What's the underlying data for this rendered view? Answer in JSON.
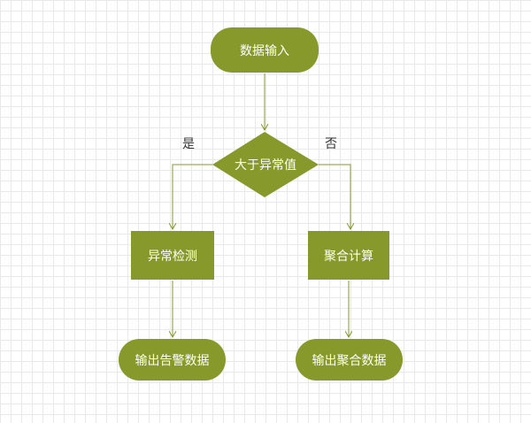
{
  "flowchart": {
    "start": "数据输入",
    "decision": "大于异常值",
    "yes_label": "是",
    "no_label": "否",
    "left_process": "异常检测",
    "right_process": "聚合计算",
    "left_end": "输出告警数据",
    "right_end": "输出聚合数据"
  },
  "colors": {
    "node_fill": "#86992a",
    "connector": "#86992a",
    "node_text": "#ffffff",
    "label_text": "#333333"
  }
}
